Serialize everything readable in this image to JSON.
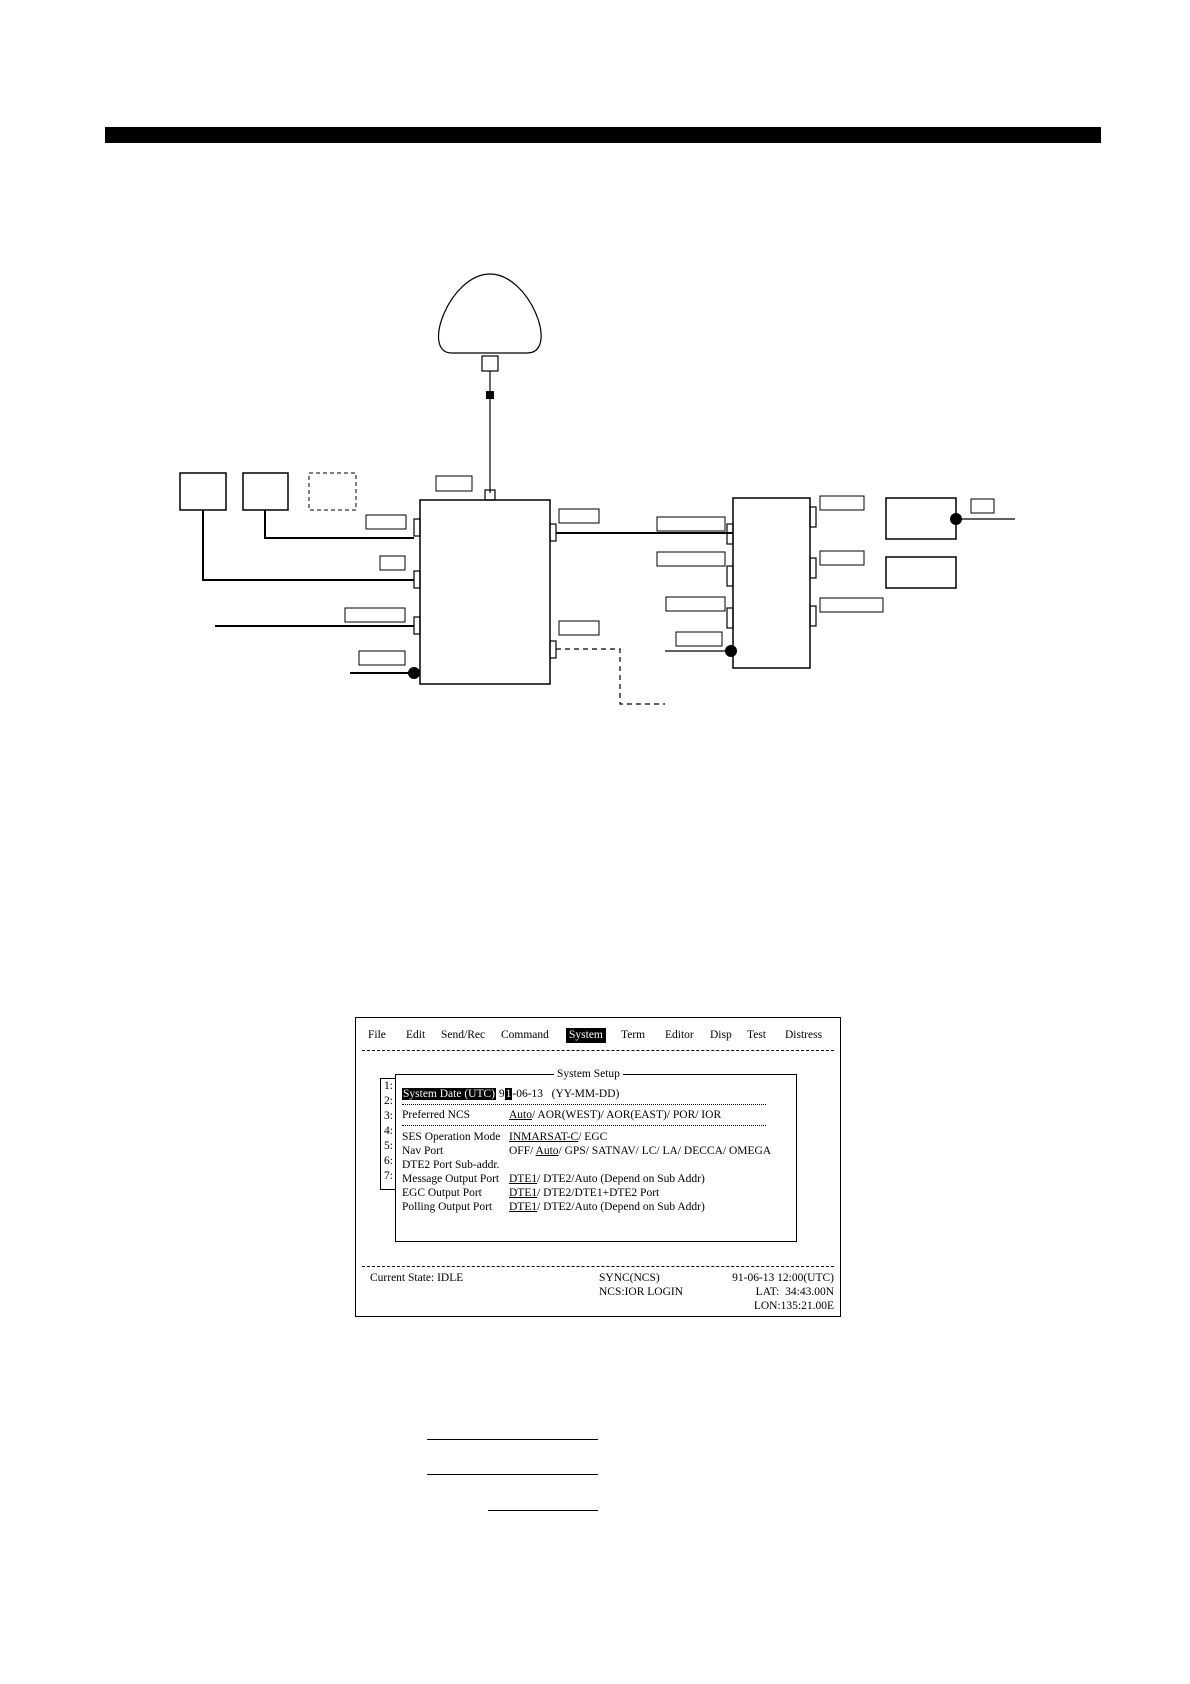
{
  "menu_bar": {
    "items": [
      "File",
      "Edit",
      "Send/Rec",
      "Command",
      "System",
      "Term",
      "Editor",
      "Disp",
      "Test",
      "Distress"
    ],
    "active": "System"
  },
  "side_menu": {
    "items": [
      "1:",
      "2:",
      "3:",
      "4:",
      "5:",
      "6:",
      "7:"
    ]
  },
  "dialog": {
    "title": "System Setup",
    "date_label": "System Date (UTC)",
    "date_value_cursor": "9",
    "date_value_sel": "1",
    "date_value_rest": "-06-13",
    "date_format": "(YY-MM-DD)",
    "ncs_label": "Preferred NCS",
    "ncs_selected": "Auto",
    "ncs_options": "/ AOR(WEST)/ AOR(EAST)/ POR/ IOR",
    "ses_label": "SES Operation Mode",
    "ses_selected": "INMARSAT-C",
    "ses_options": "/ EGC",
    "nav_label": "Nav Port",
    "nav_pre": "OFF/ ",
    "nav_selected": "Auto",
    "nav_options": "/ GPS/ SATNAV/ LC/ LA/ DECCA/ OMEGA",
    "dte2_label": "DTE2 Port Sub-addr.",
    "msg_label": "Message Output Port",
    "msg_selected": "DTE1",
    "msg_options": "/ DTE2/Auto (Depend on Sub Addr)",
    "egc_label": "EGC Output Port",
    "egc_selected": "DTE1",
    "egc_options": "/ DTE2/DTE1+DTE2 Port",
    "poll_label": "Polling Output Port",
    "poll_selected": "DTE1",
    "poll_options": "/ DTE2/Auto (Depend on Sub Addr)"
  },
  "status": {
    "state": "Current State: IDLE",
    "sync": "SYNC(NCS)",
    "login": "NCS:IOR LOGIN",
    "datetime": "91-06-13 12:00(UTC)",
    "lat": "LAT:  34:43.00N",
    "lon": "LON:135:21.00E"
  }
}
